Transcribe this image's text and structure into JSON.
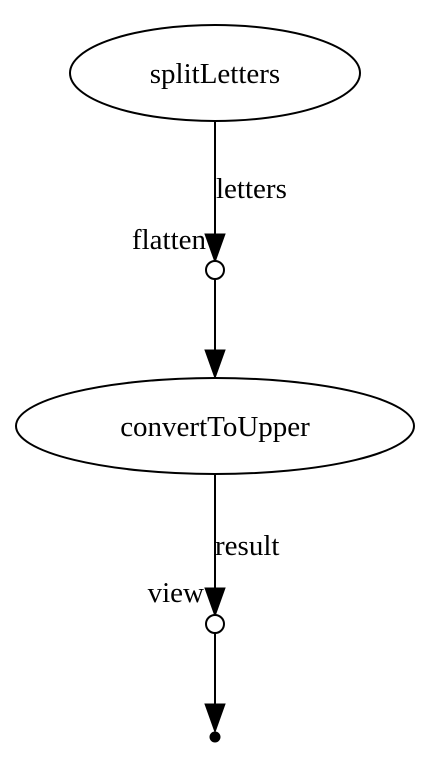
{
  "diagram": {
    "nodes": [
      {
        "id": "splitLetters",
        "label": "splitLetters",
        "shape": "ellipse"
      },
      {
        "id": "convertToUpper",
        "label": "convertToUpper",
        "shape": "ellipse"
      }
    ],
    "operators": [
      {
        "id": "flatten",
        "label": "flatten",
        "shape": "open-circle"
      },
      {
        "id": "view",
        "label": "view",
        "shape": "open-circle"
      }
    ],
    "edges": [
      {
        "from": "splitLetters",
        "to": "flatten",
        "label": "letters"
      },
      {
        "from": "flatten",
        "to": "convertToUpper",
        "label": ""
      },
      {
        "from": "convertToUpper",
        "to": "view",
        "label": "result"
      },
      {
        "from": "view",
        "to": "end",
        "label": ""
      }
    ],
    "end": {
      "shape": "filled-dot"
    },
    "colors": {
      "stroke": "#000000",
      "fill": "#ffffff"
    }
  }
}
